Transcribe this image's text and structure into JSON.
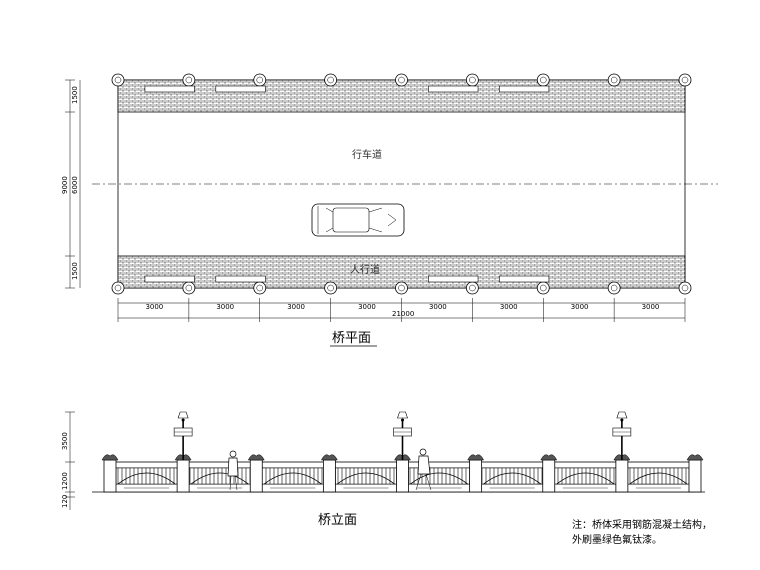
{
  "plan": {
    "title": "桥平面",
    "road_label": "行车道",
    "sidewalk_label": "人行道",
    "dim_left": [
      "1500",
      "6000",
      "1500"
    ],
    "dim_total_left": "9000",
    "span_dims": [
      "3000",
      "3000",
      "3000",
      "3000",
      "3000",
      "3000",
      "3000",
      "3000"
    ],
    "total_length": "21000"
  },
  "elevation": {
    "title": "桥立面",
    "dim_left": [
      "3500",
      "1200",
      "120"
    ]
  },
  "note": {
    "line1": "注：桥体采用钢筋混凝土结构，",
    "line2": "外刷墨绿色氟钛漆。"
  }
}
